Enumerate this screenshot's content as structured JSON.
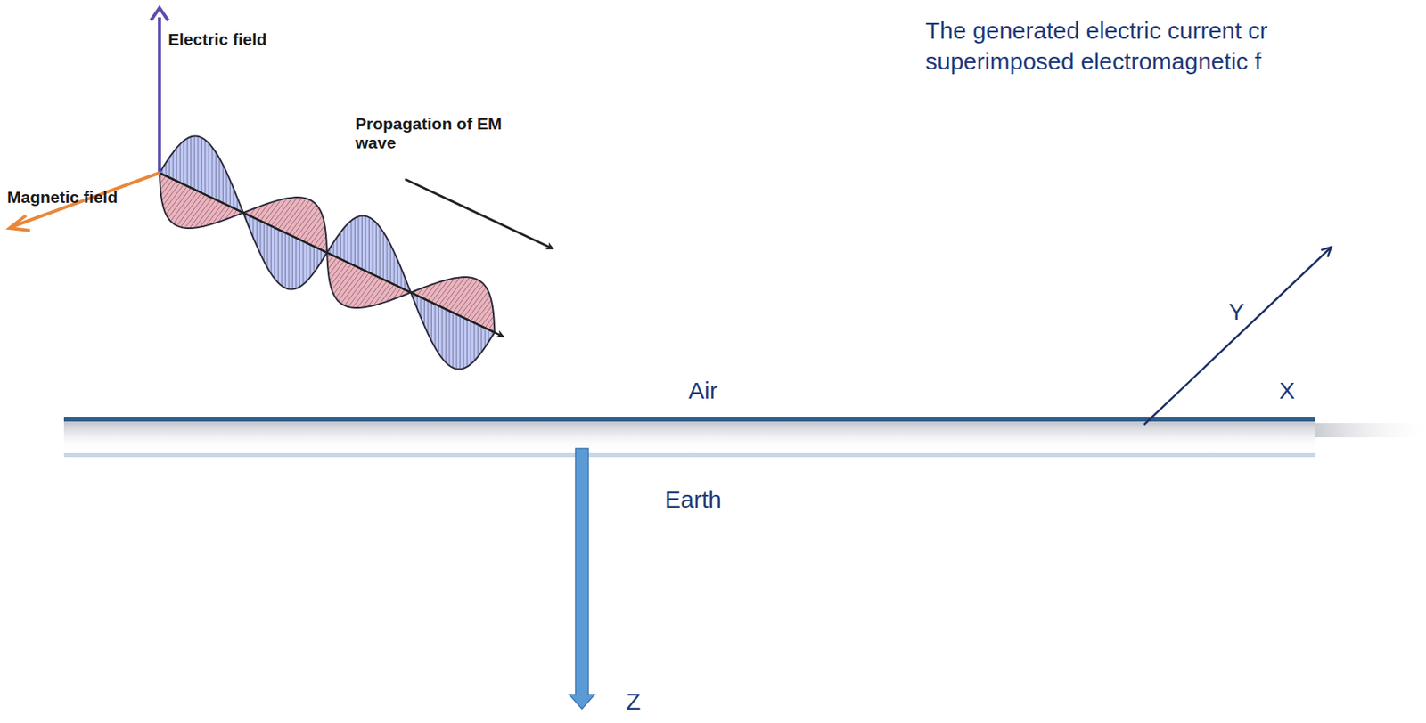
{
  "diagram": {
    "labels": [
      "Electric field",
      "Magnetic field",
      "Propagation of EM wave",
      "The generated electric current cr",
      "superimposed electromagnetic f",
      "Air",
      "Earth",
      "Y",
      "X",
      "Z"
    ]
  }
}
